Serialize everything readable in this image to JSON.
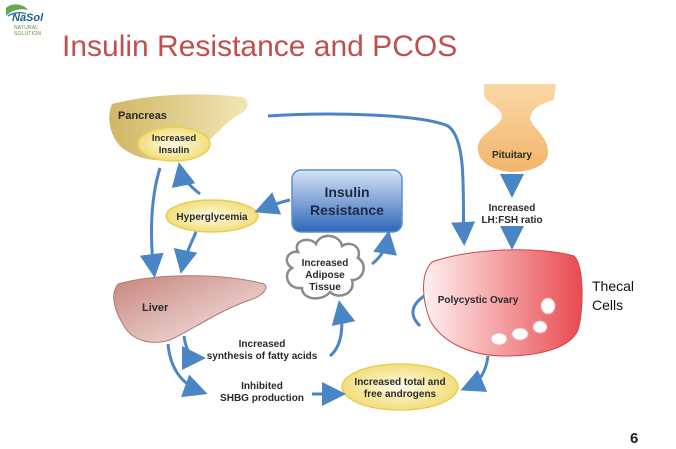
{
  "logo": {
    "text": "NaSol",
    "subtitle": "NATURAL SOLUTION"
  },
  "title": "Insulin Resistance and PCOS",
  "nodes": {
    "pancreas": "Pancreas",
    "increased_insulin_1": "Increased",
    "increased_insulin_2": "Insulin",
    "hyperglycemia": "Hyperglycemia",
    "insulin_resistance_1": "Insulin",
    "insulin_resistance_2": "Resistance",
    "adipose_1": "Increased",
    "adipose_2": "Adipose",
    "adipose_3": "Tissue",
    "liver": "Liver",
    "fatty_acids_1": "Increased",
    "fatty_acids_2": "synthesis of fatty acids",
    "shbg_1": "Inhibited",
    "shbg_2": "SHBG production",
    "androgens_1": "Increased total and",
    "androgens_2": "free androgens",
    "pituitary": "Pituitary",
    "lh_fsh_1": "Increased",
    "lh_fsh_2": "LH:FSH ratio",
    "ovary": "Polycystic Ovary"
  },
  "thecal_label": "Thecal\nCells",
  "slide_number": "6",
  "colors": {
    "title": "#c0504d",
    "arrow": "#4a86c5",
    "insulin_box": "#2f66b8",
    "ellipse": "#f3e27a"
  }
}
